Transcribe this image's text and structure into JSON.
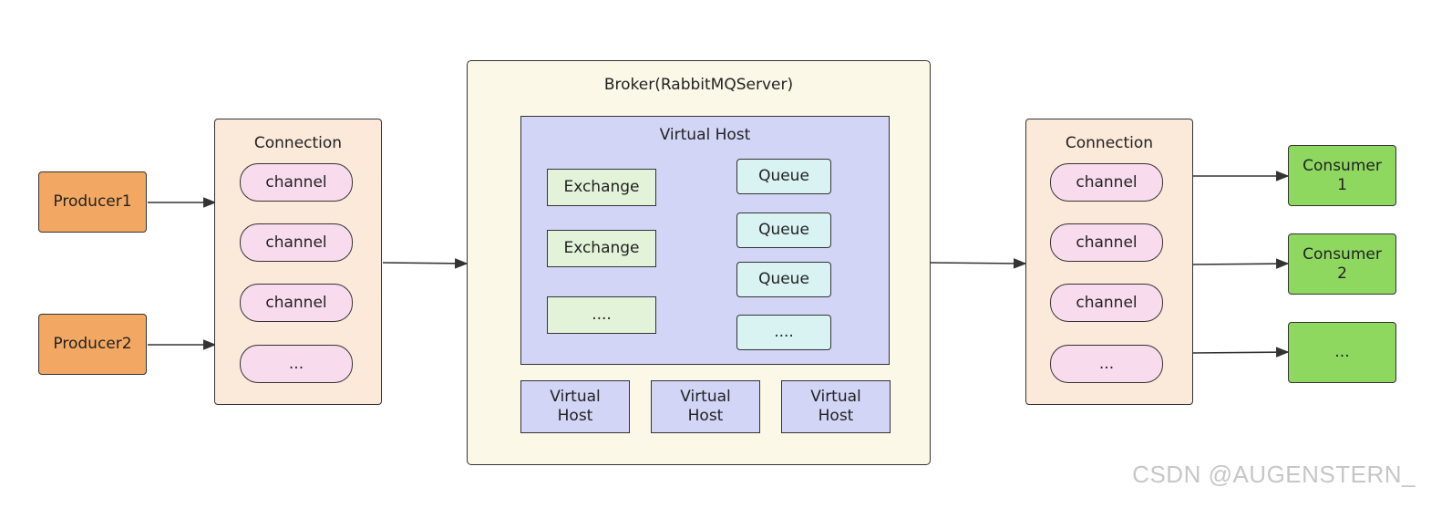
{
  "producers": [
    "Producer1",
    "Producer2"
  ],
  "left_connection": {
    "title": "Connection",
    "channels": [
      "channel",
      "channel",
      "channel",
      "..."
    ]
  },
  "broker": {
    "title": "Broker(RabbitMQServer)",
    "vhost": {
      "title": "Virtual Host",
      "exchanges": [
        "Exchange",
        "Exchange",
        "...."
      ],
      "queues": [
        "Queue",
        "Queue",
        "Queue",
        "...."
      ]
    },
    "small_vhosts": [
      "Virtual\nHost",
      "Virtual\nHost",
      "Virtual\nHost"
    ]
  },
  "right_connection": {
    "title": "Connection",
    "channels": [
      "channel",
      "channel",
      "channel",
      "..."
    ]
  },
  "consumers": [
    "Consumer\n1",
    "Consumer\n2",
    "..."
  ],
  "watermark": "CSDN @AUGENSTERN_"
}
